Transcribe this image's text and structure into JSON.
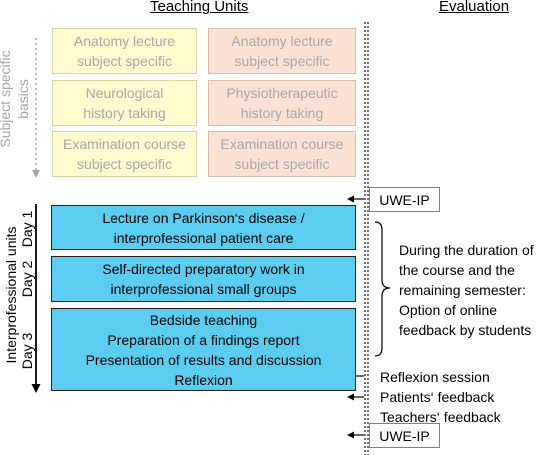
{
  "headers": {
    "teaching_units": "Teaching Units",
    "evaluation": "Evaluation"
  },
  "side_labels": {
    "subject_specific": [
      "Subject specific",
      "basics"
    ],
    "interprofessional": "Interprofessional units",
    "days": [
      "Day 1",
      "Day 2",
      "Day 3"
    ]
  },
  "basics": [
    {
      "left": [
        "Anatomy lecture",
        "subject specific"
      ],
      "right": [
        "Anatomy lecture",
        "subject specific"
      ]
    },
    {
      "left": [
        "Neurological",
        "history taking"
      ],
      "right": [
        "Physiotherapeutic",
        "history taking"
      ]
    },
    {
      "left": [
        "Examination course",
        "subject specific"
      ],
      "right": [
        "Examination course",
        "subject specific"
      ]
    }
  ],
  "days": [
    [
      "Lecture on Parkinson‘s disease /",
      "interprofessional patient care"
    ],
    [
      "Self-directed preparatory work in",
      "interprofessional small groups"
    ],
    [
      "Bedside teaching",
      "Preparation of a findings report",
      "Presentation of results and discussion",
      "Reflexion"
    ]
  ],
  "evaluation": {
    "uwe_ip_top": "UWE-IP",
    "uwe_ip_bottom": "UWE-IP",
    "brace_note": [
      "During the duration of",
      "the course and the",
      "remaining semester:",
      "Option of online",
      "feedback by students"
    ],
    "feedback": [
      "Reflexion session",
      "Patients‘ feedback",
      "Teachers‘ feedback"
    ]
  },
  "colors": {
    "basics_left": "#fefccf",
    "basics_right": "#fbe2d5",
    "interprofessional": "#5bcdf0",
    "muted_text": "#a6a6a6"
  }
}
